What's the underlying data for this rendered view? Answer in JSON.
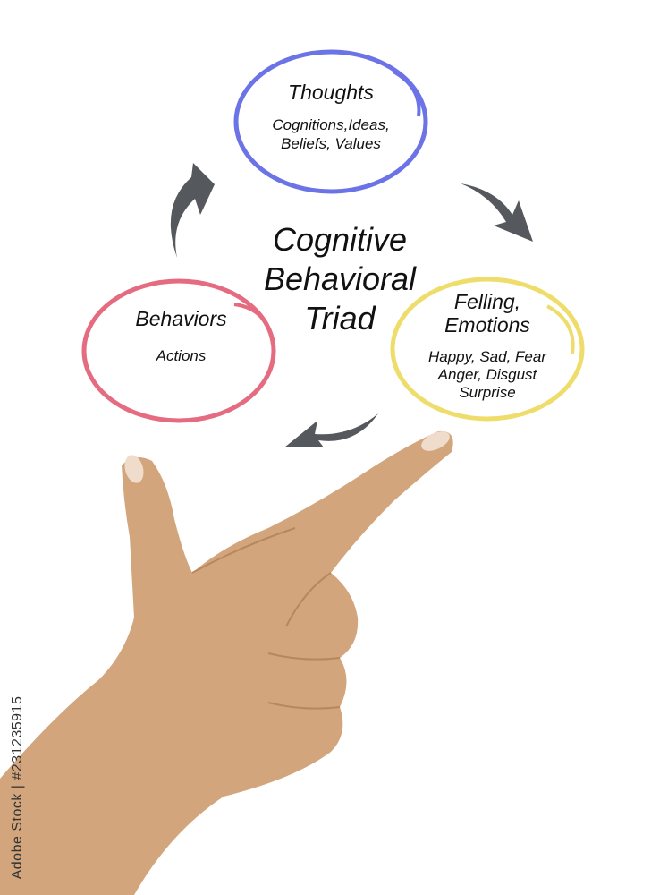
{
  "diagram": {
    "title": "Cognitive Behavioral Triad",
    "title_lines": [
      "Cognitive",
      "Behavioral",
      "Triad"
    ],
    "nodes": [
      {
        "id": "thoughts",
        "title": "Thoughts",
        "lines": [
          "Cognitions,Ideas,",
          "Beliefs, Values"
        ],
        "color": "#6b73e6"
      },
      {
        "id": "feelings",
        "title_lines": [
          "Felling,",
          "Emotions"
        ],
        "lines": [
          "Happy, Sad, Fear",
          "Anger, Disgust",
          "Surprise"
        ],
        "color": "#eedd6a"
      },
      {
        "id": "behaviors",
        "title": "Behaviors",
        "lines": [
          "Actions"
        ],
        "color": "#e56b80"
      }
    ],
    "edges": [
      {
        "from": "thoughts",
        "to": "feelings"
      },
      {
        "from": "feelings",
        "to": "behaviors"
      },
      {
        "from": "behaviors",
        "to": "thoughts"
      }
    ],
    "arrow_color": "#55585c"
  },
  "stock_id": "Adobe Stock | #231235915"
}
